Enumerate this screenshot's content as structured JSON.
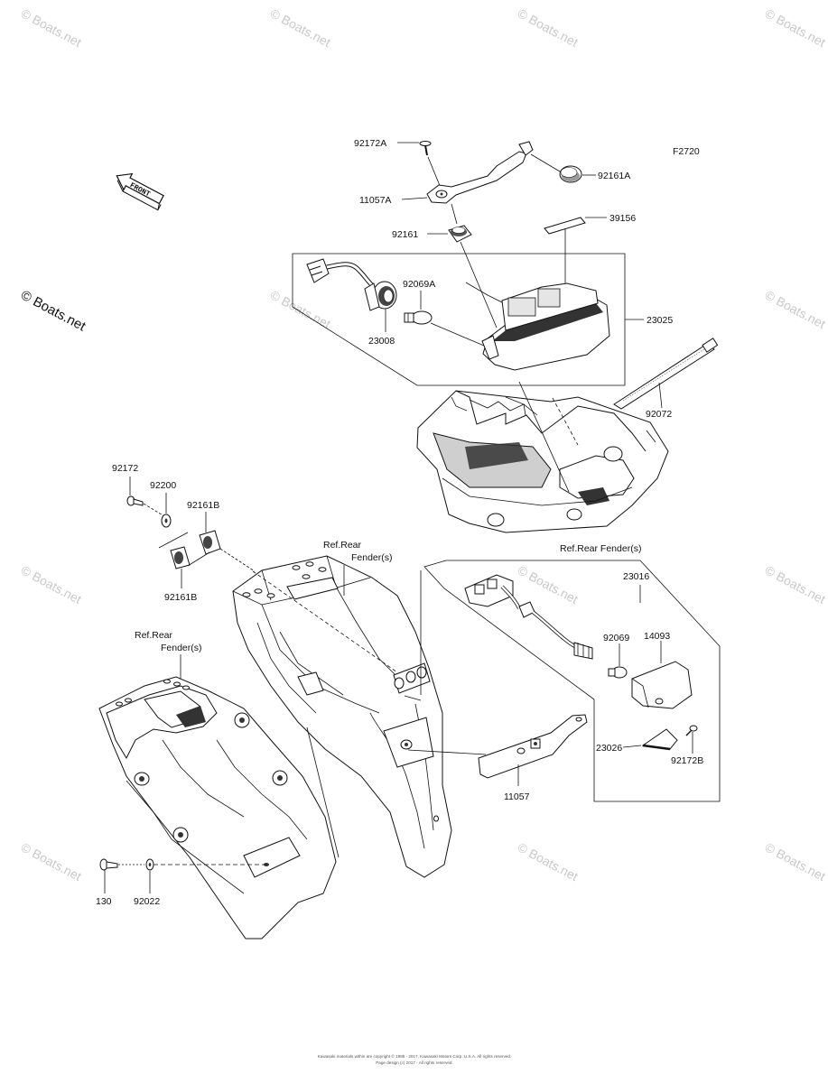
{
  "figure_code": "F2720",
  "front_marker": "FRONT",
  "watermark_text": "© Boats.net",
  "parts": [
    {
      "id": "p-92172A",
      "label": "92172A"
    },
    {
      "id": "p-92161A",
      "label": "92161A"
    },
    {
      "id": "p-11057A",
      "label": "11057A"
    },
    {
      "id": "p-39156",
      "label": "39156"
    },
    {
      "id": "p-92161",
      "label": "92161"
    },
    {
      "id": "p-92069A",
      "label": "92069A"
    },
    {
      "id": "p-23008",
      "label": "23008"
    },
    {
      "id": "p-23025",
      "label": "23025"
    },
    {
      "id": "p-92072",
      "label": "92072"
    },
    {
      "id": "p-92172",
      "label": "92172"
    },
    {
      "id": "p-92200",
      "label": "92200"
    },
    {
      "id": "p-92161B-top",
      "label": "92161B"
    },
    {
      "id": "p-92161B-bot",
      "label": "92161B"
    },
    {
      "id": "p-23016",
      "label": "23016"
    },
    {
      "id": "p-92069",
      "label": "92069"
    },
    {
      "id": "p-14093",
      "label": "14093"
    },
    {
      "id": "p-23026",
      "label": "23026"
    },
    {
      "id": "p-92172B",
      "label": "92172B"
    },
    {
      "id": "p-11057",
      "label": "11057"
    },
    {
      "id": "p-130",
      "label": "130"
    },
    {
      "id": "p-92022",
      "label": "92022"
    }
  ],
  "references": [
    {
      "line1": "Ref.Rear Fender(s)",
      "line2": ""
    },
    {
      "line1": "Ref.Rear",
      "line2": "Fender(s)"
    },
    {
      "line1": "Ref.Rear",
      "line2": "Fender(s)"
    }
  ],
  "footer": {
    "line1": "Kawasaki materials within are copyright © 1985 - 2017, Kawasaki Motors Corp. U.S.A.  All rights reserved.",
    "line2": "Page design (c) 2017 - All rights reserved."
  }
}
